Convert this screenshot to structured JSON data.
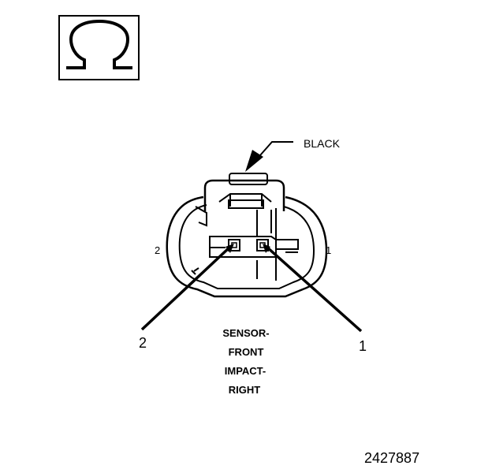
{
  "symbol": {
    "glyph": "Ω",
    "icon": "ohm-icon"
  },
  "connector": {
    "color_label": "BLACK"
  },
  "pins": {
    "pin_2_small": "2",
    "pin_1_small": "1",
    "pin_2_callout": "2",
    "pin_1_callout": "1"
  },
  "component": {
    "line1": "SENSOR-",
    "line2": "FRONT",
    "line3": "IMPACT-",
    "line4": "RIGHT"
  },
  "figure_id": "2427887"
}
